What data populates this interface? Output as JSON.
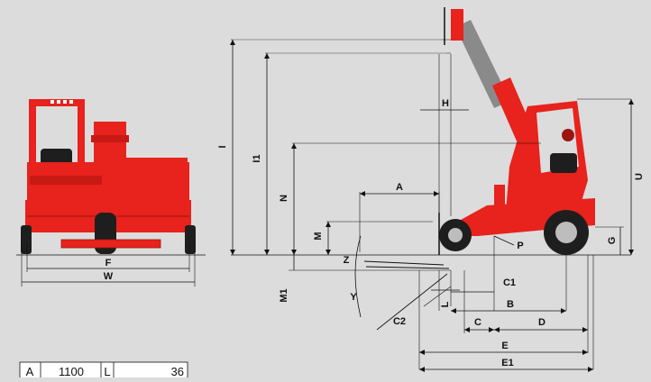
{
  "colors": {
    "background": "#dcdcdc",
    "machine_red": "#e8221c",
    "dark_red": "#9c1410",
    "tyre": "#1e1e1e",
    "boom_grey": "#8a8a8a",
    "line": "#111111"
  },
  "front_view": {
    "label_F": "F",
    "label_W": "W"
  },
  "side_view": {
    "labels": {
      "I": "I",
      "I1": "I1",
      "H": "H",
      "U": "U",
      "N": "N",
      "A": "A",
      "M": "M",
      "G": "G",
      "P": "P",
      "Z": "Z",
      "M1": "M1",
      "L": "L",
      "Y": "Y",
      "C1": "C1",
      "B": "B",
      "C": "C",
      "D": "D",
      "C2": "C2",
      "E": "E",
      "E1": "E1"
    }
  },
  "spec_table": {
    "cells": [
      "A",
      "1100",
      "L",
      "36"
    ]
  }
}
